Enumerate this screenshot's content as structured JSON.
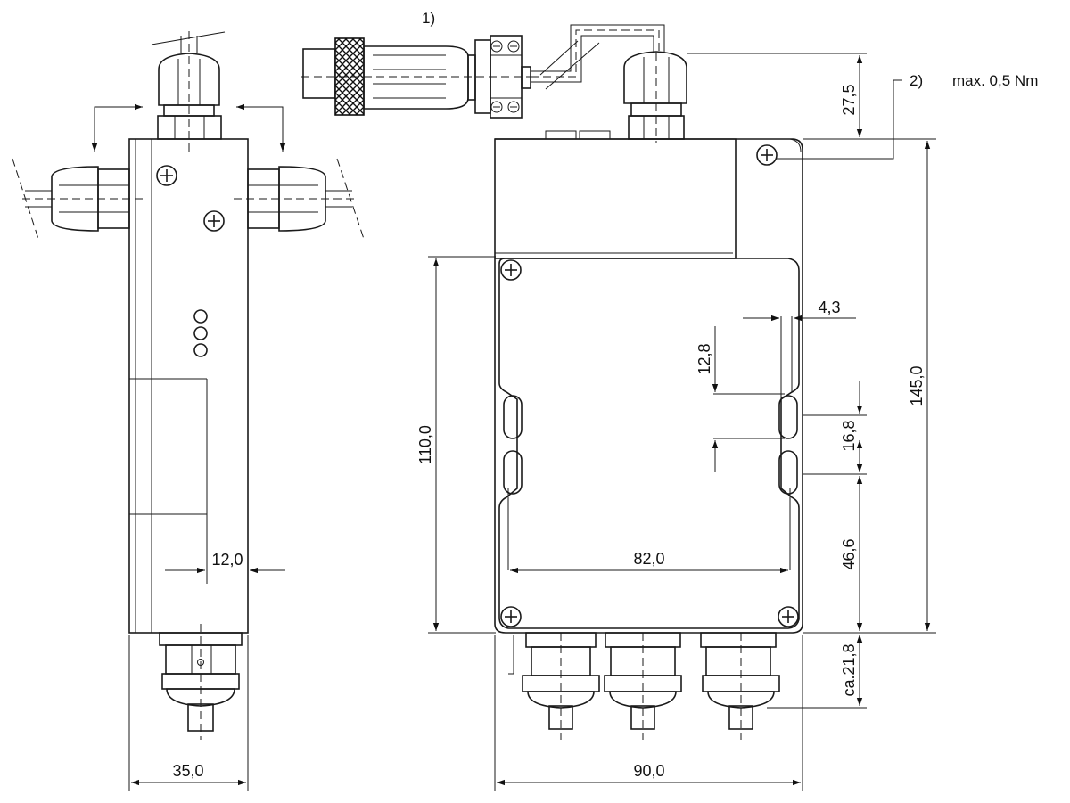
{
  "drawing": {
    "notes": {
      "note1_marker": "1)",
      "note2_marker": "2)",
      "torque_note": "max. 0,5 Nm"
    },
    "side_view": {
      "width_dim": "35,0",
      "offset_dim": "12,0"
    },
    "front_view": {
      "width_dim": "90,0",
      "inner_width_dim": "82,0",
      "height_dim": "145,0",
      "mount_height_dim": "110,0",
      "top_gland_dim": "27,5",
      "slot_offset_dim": "4,3",
      "slot_length_dim": "12,8",
      "slot_pitch_dim": "16,8",
      "slot_bottom_dim": "46,6",
      "bottom_gland_dim": "ca.21,8"
    }
  }
}
